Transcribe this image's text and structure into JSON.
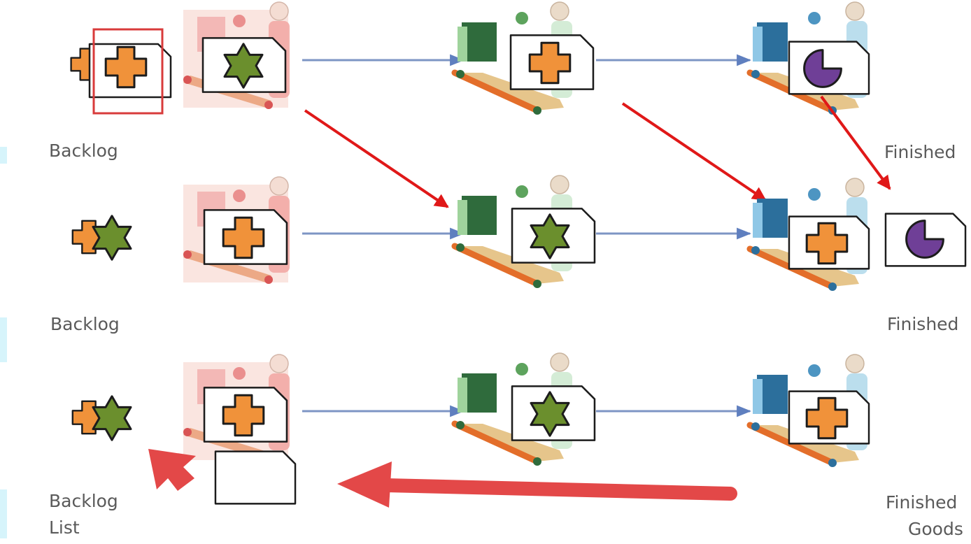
{
  "labels": {
    "row1_left": "Backlog",
    "row1_right": "Finished",
    "row2_left": "Backlog",
    "row2_right": "Finished",
    "row3_left_line1": "Backlog",
    "row3_left_line2": "List",
    "row3_right_line1": "Finished",
    "row3_right_line2": "Goods"
  },
  "colors": {
    "card_border": "#1c1c1c",
    "plus": "#f0923a",
    "star": "#6b8f2d",
    "pie": "#6f3f97",
    "flow_line": "#7d95c4",
    "red_arrow": "#e01818",
    "big_arrow": "#e34848",
    "highlight_box": "#d83b3b"
  },
  "icons": [
    "plus-shape-icon",
    "star-shape-icon",
    "pie-shape-icon",
    "worker-station-icon",
    "conveyor-icon"
  ]
}
